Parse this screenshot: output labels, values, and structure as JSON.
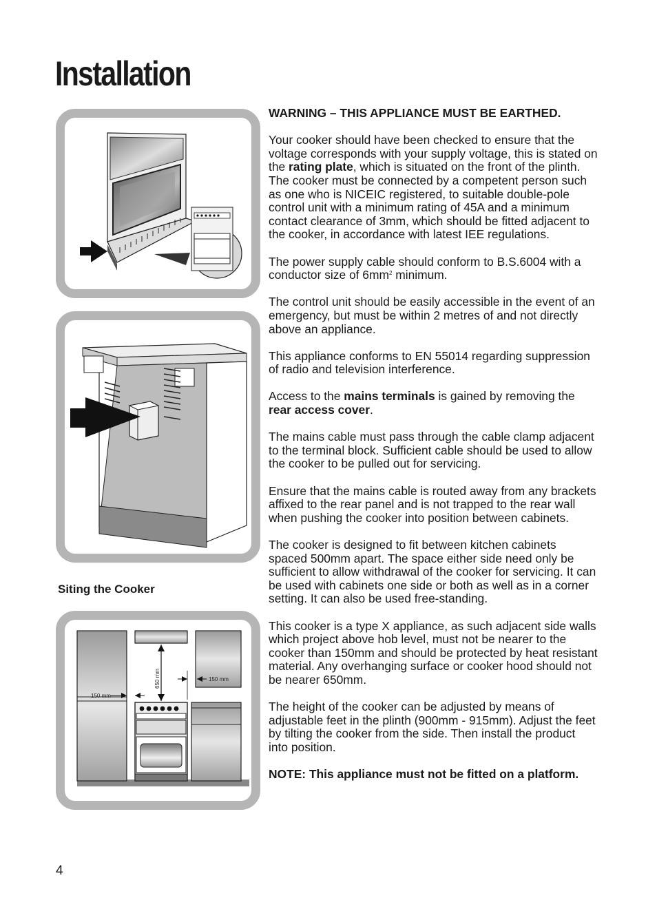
{
  "page": {
    "title": "Installation",
    "page_number": "4"
  },
  "siting": {
    "title": "Siting the Cooker",
    "label_left": "150 mm",
    "label_height": "650 mm",
    "label_right": "150 mm"
  },
  "text": {
    "warning": "WARNING – THIS APPLIANCE MUST BE EARTHED.",
    "p1_a": "Your cooker should have been checked to ensure that the voltage corresponds with your supply voltage, this is stated on the ",
    "p1_b": "rating plate",
    "p1_c": ", which is situated on the front of the plinth. The cooker must be connected by a competent person such as one who is NICEIC registered, to suitable double-pole control unit with a minimum rating of 45A and a minimum contact clearance of 3mm, which should be fitted adjacent to the cooker, in accordance with latest IEE regulations.",
    "p2_a": "The power supply cable should conform to B.S.6004 with a conductor size of 6mm",
    "p2_sup": "2",
    "p2_b": " minimum.",
    "p3": "The control unit should be easily accessible in the event of an emergency, but must be within 2 metres of and not directly above an appliance.",
    "p4": "This appliance conforms to EN 55014 regarding suppression of radio and television interference.",
    "p5_a": "Access to the ",
    "p5_b": "mains terminals",
    "p5_c": " is gained by removing the ",
    "p5_d": "rear access cover",
    "p5_e": ".",
    "p6": "The mains cable must pass through the cable clamp adjacent to the terminal block. Sufficient cable should be used to allow the cooker to be pulled out for servicing.",
    "p7": "Ensure that the mains cable is routed away from any brackets affixed to the rear panel and is not trapped to the rear wall when pushing the cooker into position between cabinets.",
    "p8": "The cooker is designed to fit between kitchen cabinets spaced 500mm apart. The space either side need only be sufficient to allow withdrawal of the cooker for servicing. It can be used with cabinets one side or both as well as in a corner setting. It can also be used free-standing.",
    "p9": "This cooker is a type X appliance, as such adjacent side walls which project above hob level, must not be nearer to the cooker than 150mm and should be protected by heat resistant material. Any overhanging surface or cooker hood should not be nearer 650mm.",
    "p10": "The height of the cooker can be adjusted by means of adjustable feet in the plinth (900mm - 915mm). Adjust the feet by tilting the cooker from the side. Then install the product into position.",
    "note": "NOTE: This appliance must not be fitted on a platform."
  }
}
